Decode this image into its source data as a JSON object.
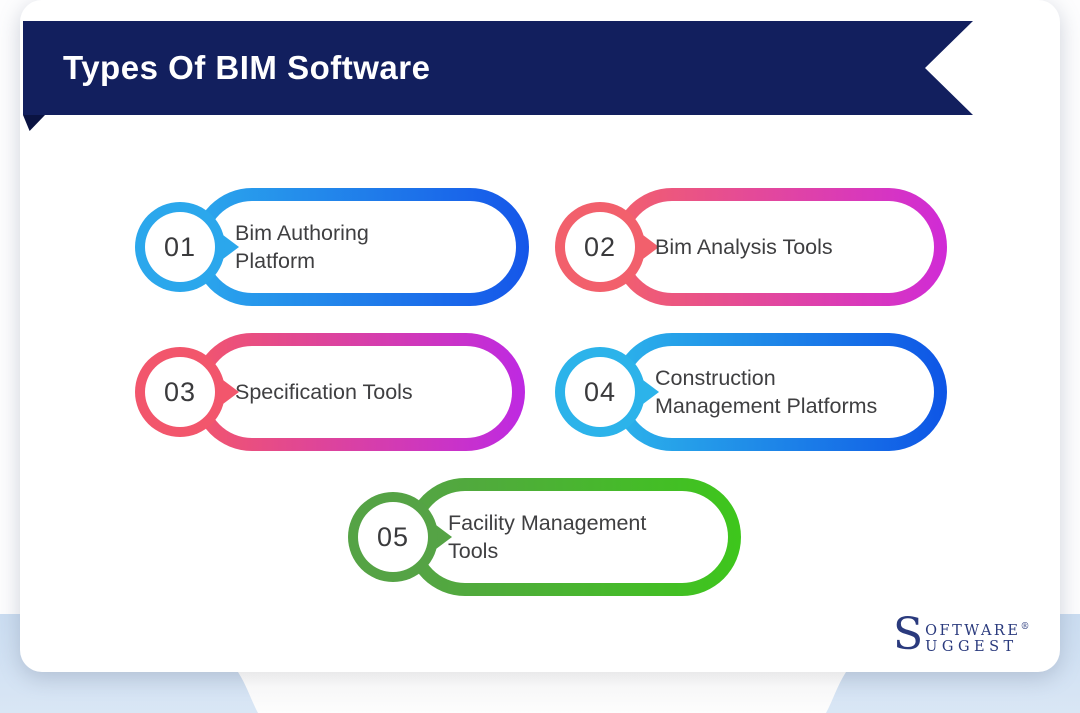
{
  "title": "Types Of BIM Software",
  "items": [
    {
      "number": "01",
      "label": "Bim Authoring Platform",
      "line1": "Bim Authoring",
      "line2": "Platform",
      "color_start": "#2BA7EC",
      "color_end": "#1556E9"
    },
    {
      "number": "02",
      "label": "Bim Analysis Tools",
      "line1": "Bim Analysis Tools",
      "line2": "",
      "color_start": "#F2606C",
      "color_end": "#D02BD6"
    },
    {
      "number": "03",
      "label": "Specification Tools",
      "line1": "Specification Tools",
      "line2": "",
      "color_start": "#F2566C",
      "color_end": "#BE29E2"
    },
    {
      "number": "04",
      "label": "Construction Management Platforms",
      "line1": "Construction",
      "line2": "Management Platforms",
      "color_start": "#2CB3EA",
      "color_end": "#0E55E6"
    },
    {
      "number": "05",
      "label": "Facility Management Tools",
      "line1": "Facility Management",
      "line2": "Tools",
      "color_start": "#55A345",
      "color_end": "#3EC61C"
    }
  ],
  "logo": {
    "s": "S",
    "word1_rest": "OFTWARE",
    "registered": "®",
    "word2_rest": "UGGEST"
  },
  "colors": {
    "banner": "#121F5E",
    "banner_fold": "#0A1342",
    "page_blue": "#CBDDF1",
    "label_text": "#3F3F41",
    "number_text": "#3A3A3C",
    "title_text": "#FFFFFF",
    "logo_navy": "#2A3A7D",
    "card_background": "#FFFFFF"
  }
}
